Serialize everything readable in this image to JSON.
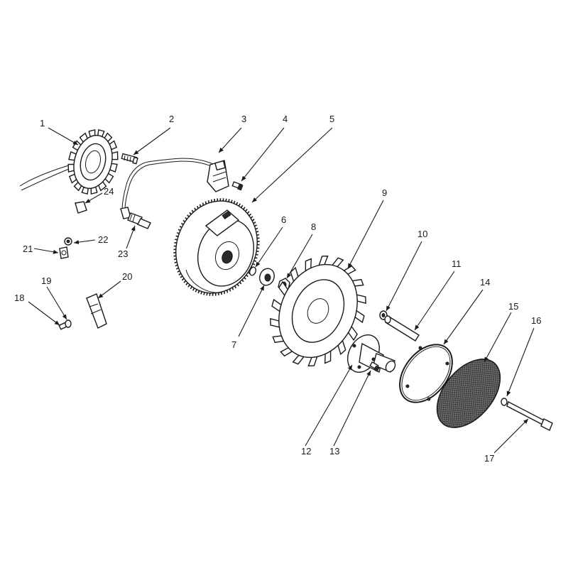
{
  "callouts": {
    "c1": "1",
    "c2": "2",
    "c3": "3",
    "c4": "4",
    "c5": "5",
    "c6": "6",
    "c7": "7",
    "c8": "8",
    "c9": "9",
    "c10": "10",
    "c11": "11",
    "c12": "12",
    "c13": "13",
    "c14": "14",
    "c15": "15",
    "c16": "16",
    "c17": "17",
    "c18": "18",
    "c19": "19",
    "c20": "20",
    "c21": "21",
    "c22": "22",
    "c23": "23",
    "c24": "24"
  },
  "colors": {
    "ink": "#1a1a1a",
    "paper": "#ffffff",
    "screen_fill": "#2a2a2a"
  }
}
